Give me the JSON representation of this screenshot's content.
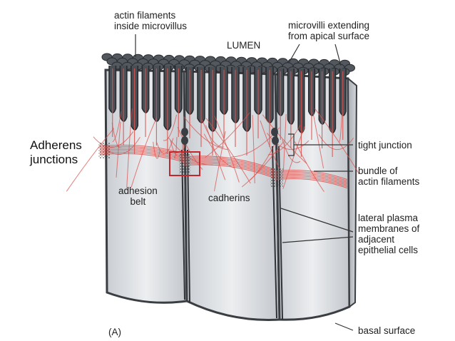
{
  "labels": {
    "actin_in_microvillus": [
      "actin filaments",
      "inside microvillus"
    ],
    "lumen": "LUMEN",
    "microvilli": [
      "microvilli extending",
      "from apical surface"
    ],
    "adherens_junctions": [
      "Adherens",
      "junctions"
    ],
    "tight_junction": "tight junction",
    "bundle_actin": [
      "bundle of",
      "actin filaments"
    ],
    "adhesion_belt": [
      "adhesion",
      "belt"
    ],
    "cadherins": "cadherins",
    "lateral_membranes": [
      "lateral plasma",
      "membranes of",
      "adjacent",
      "epithelial cells"
    ],
    "panel": "(A)",
    "basal_surface": "basal surface"
  },
  "colors": {
    "actin": "#d9534f",
    "microvillus": "#4a4f55",
    "cell_body": "#dfe2e6",
    "membrane": "#3a3d42",
    "highlight_box": "#c0282d"
  }
}
